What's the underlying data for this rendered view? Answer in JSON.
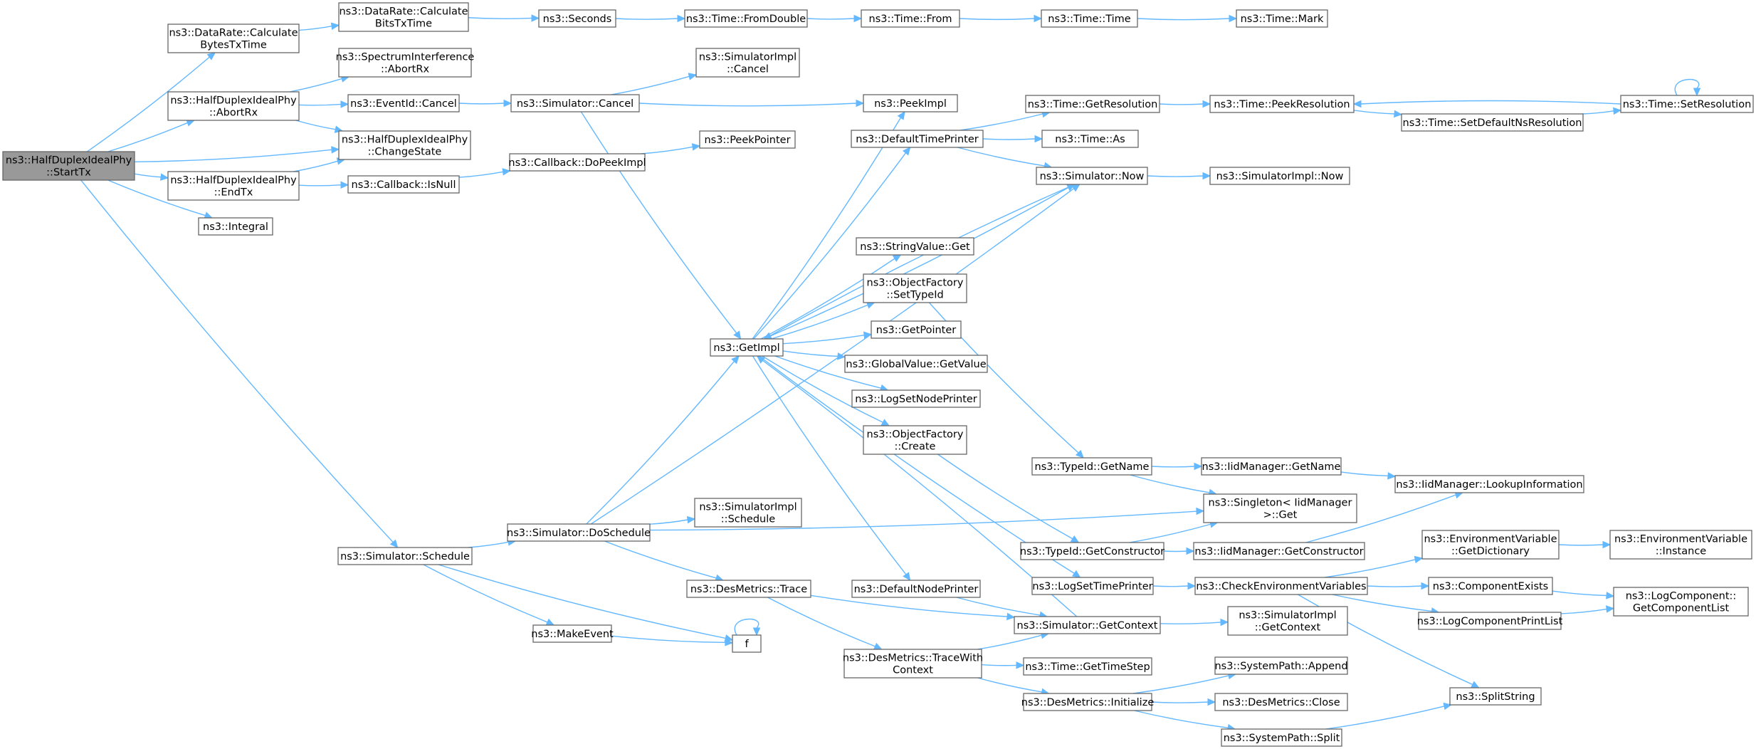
{
  "nodes": [
    {
      "id": "n_root",
      "lines": [
        "ns3::HalfDuplexIdealPhy",
        "::StartTx"
      ],
      "root": true
    },
    {
      "id": "n_dr_calcbytes",
      "lines": [
        "ns3::DataRate::Calculate",
        "BytesTxTime"
      ]
    },
    {
      "id": "n_hd_abortrx",
      "lines": [
        "ns3::HalfDuplexIdealPhy",
        "::AbortRx"
      ]
    },
    {
      "id": "n_hd_changestate",
      "lines": [
        "ns3::HalfDuplexIdealPhy",
        "::ChangeState"
      ]
    },
    {
      "id": "n_hd_endtx",
      "lines": [
        "ns3::HalfDuplexIdealPhy",
        "::EndTx"
      ]
    },
    {
      "id": "n_integral",
      "lines": [
        "ns3::Integral"
      ]
    },
    {
      "id": "n_sim_schedule",
      "lines": [
        "ns3::Simulator::Schedule"
      ]
    },
    {
      "id": "n_dr_calcbits",
      "lines": [
        "ns3::DataRate::Calculate",
        "BitsTxTime"
      ]
    },
    {
      "id": "n_seconds",
      "lines": [
        "ns3::Seconds"
      ]
    },
    {
      "id": "n_time_fromdouble",
      "lines": [
        "ns3::Time::FromDouble"
      ]
    },
    {
      "id": "n_time_from",
      "lines": [
        "ns3::Time::From"
      ]
    },
    {
      "id": "n_time_time",
      "lines": [
        "ns3::Time::Time"
      ]
    },
    {
      "id": "n_time_mark",
      "lines": [
        "ns3::Time::Mark"
      ]
    },
    {
      "id": "n_spectrum_abortrx",
      "lines": [
        "ns3::SpectrumInterference",
        "::AbortRx"
      ]
    },
    {
      "id": "n_eventid_cancel",
      "lines": [
        "ns3::EventId::Cancel"
      ]
    },
    {
      "id": "n_callback_isnull",
      "lines": [
        "ns3::Callback::IsNull"
      ]
    },
    {
      "id": "n_sim_cancel",
      "lines": [
        "ns3::Simulator::Cancel"
      ]
    },
    {
      "id": "n_simimpl_cancel",
      "lines": [
        "ns3::SimulatorImpl",
        "::Cancel"
      ]
    },
    {
      "id": "n_peekimpl",
      "lines": [
        "ns3::PeekImpl"
      ]
    },
    {
      "id": "n_callback_dopeekimpl",
      "lines": [
        "ns3::Callback::DoPeekImpl"
      ]
    },
    {
      "id": "n_peekpointer",
      "lines": [
        "ns3::PeekPointer"
      ]
    },
    {
      "id": "n_getimpl",
      "lines": [
        "ns3::GetImpl"
      ]
    },
    {
      "id": "n_sim_doschedule",
      "lines": [
        "ns3::Simulator::DoSchedule"
      ]
    },
    {
      "id": "n_makeevent",
      "lines": [
        "ns3::MakeEvent"
      ]
    },
    {
      "id": "n_f",
      "lines": [
        "f"
      ]
    },
    {
      "id": "n_simimpl_schedule",
      "lines": [
        "ns3::SimulatorImpl",
        "::Schedule"
      ]
    },
    {
      "id": "n_desmetrics_trace",
      "lines": [
        "ns3::DesMetrics::Trace"
      ]
    },
    {
      "id": "n_desmetrics_tracewith",
      "lines": [
        "ns3::DesMetrics::TraceWith",
        "Context"
      ]
    },
    {
      "id": "n_defaulttimeprinter",
      "lines": [
        "ns3::DefaultTimePrinter"
      ]
    },
    {
      "id": "n_stringvalue_get",
      "lines": [
        "ns3::StringValue::Get"
      ]
    },
    {
      "id": "n_objfactory_settypeid",
      "lines": [
        "ns3::ObjectFactory",
        "::SetTypeId"
      ]
    },
    {
      "id": "n_getpointer",
      "lines": [
        "ns3::GetPointer"
      ]
    },
    {
      "id": "n_globalvalue_getvalue",
      "lines": [
        "ns3::GlobalValue::GetValue"
      ]
    },
    {
      "id": "n_logsetnodeprinter",
      "lines": [
        "ns3::LogSetNodePrinter"
      ]
    },
    {
      "id": "n_objfactory_create",
      "lines": [
        "ns3::ObjectFactory",
        "::Create"
      ]
    },
    {
      "id": "n_defaultnodeprinter",
      "lines": [
        "ns3::DefaultNodePrinter"
      ]
    },
    {
      "id": "n_time_getresolution",
      "lines": [
        "ns3::Time::GetResolution"
      ]
    },
    {
      "id": "n_time_as",
      "lines": [
        "ns3::Time::As"
      ]
    },
    {
      "id": "n_sim_now",
      "lines": [
        "ns3::Simulator::Now"
      ]
    },
    {
      "id": "n_simimpl_now",
      "lines": [
        "ns3::SimulatorImpl::Now"
      ]
    },
    {
      "id": "n_time_peekresolution",
      "lines": [
        "ns3::Time::PeekResolution"
      ]
    },
    {
      "id": "n_time_setdefaultns",
      "lines": [
        "ns3::Time::SetDefaultNsResolution"
      ]
    },
    {
      "id": "n_time_setresolution",
      "lines": [
        "ns3::Time::SetResolution"
      ]
    },
    {
      "id": "n_typeid_getname",
      "lines": [
        "ns3::TypeId::GetName"
      ]
    },
    {
      "id": "n_iid_getname",
      "lines": [
        "ns3::IidManager::GetName"
      ]
    },
    {
      "id": "n_iid_lookupinfo",
      "lines": [
        "ns3::IidManager::LookupInformation"
      ]
    },
    {
      "id": "n_singleton_get",
      "lines": [
        "ns3::Singleton< IidManager",
        ">::Get"
      ]
    },
    {
      "id": "n_typeid_getconstructor",
      "lines": [
        "ns3::TypeId::GetConstructor"
      ]
    },
    {
      "id": "n_iid_getconstructor",
      "lines": [
        "ns3::IidManager::GetConstructor"
      ]
    },
    {
      "id": "n_logsettimeprinter",
      "lines": [
        "ns3::LogSetTimePrinter"
      ]
    },
    {
      "id": "n_checkenvvars",
      "lines": [
        "ns3::CheckEnvironmentVariables"
      ]
    },
    {
      "id": "n_envvar_getdict",
      "lines": [
        "ns3::EnvironmentVariable",
        "::GetDictionary"
      ]
    },
    {
      "id": "n_envvar_instance",
      "lines": [
        "ns3::EnvironmentVariable",
        "::Instance"
      ]
    },
    {
      "id": "n_componentexists",
      "lines": [
        "ns3::ComponentExists"
      ]
    },
    {
      "id": "n_logcomponent_getlist",
      "lines": [
        "ns3::LogComponent::",
        "GetComponentList"
      ]
    },
    {
      "id": "n_logcomponentprintlist",
      "lines": [
        "ns3::LogComponentPrintList"
      ]
    },
    {
      "id": "n_sim_getcontext",
      "lines": [
        "ns3::Simulator::GetContext"
      ]
    },
    {
      "id": "n_simimpl_getcontext",
      "lines": [
        "ns3::SimulatorImpl",
        "::GetContext"
      ]
    },
    {
      "id": "n_time_gettimestep",
      "lines": [
        "ns3::Time::GetTimeStep"
      ]
    },
    {
      "id": "n_desmetrics_initialize",
      "lines": [
        "ns3::DesMetrics::Initialize"
      ]
    },
    {
      "id": "n_systempath_append",
      "lines": [
        "ns3::SystemPath::Append"
      ]
    },
    {
      "id": "n_desmetrics_close",
      "lines": [
        "ns3::DesMetrics::Close"
      ]
    },
    {
      "id": "n_systempath_split",
      "lines": [
        "ns3::SystemPath::Split"
      ]
    },
    {
      "id": "n_splitstring",
      "lines": [
        "ns3::SplitString"
      ]
    }
  ],
  "edges": [
    [
      "n_root",
      "n_dr_calcbytes"
    ],
    [
      "n_root",
      "n_hd_abortrx"
    ],
    [
      "n_root",
      "n_hd_changestate"
    ],
    [
      "n_root",
      "n_hd_endtx"
    ],
    [
      "n_root",
      "n_integral"
    ],
    [
      "n_root",
      "n_sim_schedule"
    ],
    [
      "n_dr_calcbytes",
      "n_dr_calcbits"
    ],
    [
      "n_dr_calcbits",
      "n_seconds"
    ],
    [
      "n_seconds",
      "n_time_fromdouble"
    ],
    [
      "n_time_fromdouble",
      "n_time_from"
    ],
    [
      "n_time_from",
      "n_time_time"
    ],
    [
      "n_time_time",
      "n_time_mark"
    ],
    [
      "n_hd_abortrx",
      "n_spectrum_abortrx"
    ],
    [
      "n_hd_abortrx",
      "n_eventid_cancel"
    ],
    [
      "n_hd_abortrx",
      "n_hd_changestate"
    ],
    [
      "n_hd_endtx",
      "n_hd_changestate"
    ],
    [
      "n_hd_endtx",
      "n_callback_isnull"
    ],
    [
      "n_eventid_cancel",
      "n_sim_cancel"
    ],
    [
      "n_sim_cancel",
      "n_simimpl_cancel"
    ],
    [
      "n_sim_cancel",
      "n_peekimpl"
    ],
    [
      "n_sim_cancel",
      "n_getimpl"
    ],
    [
      "n_callback_isnull",
      "n_callback_dopeekimpl"
    ],
    [
      "n_callback_dopeekimpl",
      "n_peekpointer"
    ],
    [
      "n_getimpl",
      "n_peekimpl"
    ],
    [
      "n_getimpl",
      "n_defaulttimeprinter"
    ],
    [
      "n_getimpl",
      "n_sim_now"
    ],
    [
      "n_getimpl",
      "n_stringvalue_get"
    ],
    [
      "n_getimpl",
      "n_objfactory_settypeid"
    ],
    [
      "n_getimpl",
      "n_getpointer"
    ],
    [
      "n_getimpl",
      "n_globalvalue_getvalue"
    ],
    [
      "n_getimpl",
      "n_logsetnodeprinter"
    ],
    [
      "n_getimpl",
      "n_objfactory_create"
    ],
    [
      "n_getimpl",
      "n_defaultnodeprinter"
    ],
    [
      "n_getimpl",
      "n_logsettimeprinter"
    ],
    [
      "n_sim_getcontext",
      "n_getimpl"
    ],
    [
      "n_sim_now",
      "n_getimpl"
    ],
    [
      "n_defaulttimeprinter",
      "n_time_getresolution"
    ],
    [
      "n_defaulttimeprinter",
      "n_time_as"
    ],
    [
      "n_defaulttimeprinter",
      "n_sim_now"
    ],
    [
      "n_time_getresolution",
      "n_time_peekresolution"
    ],
    [
      "n_time_peekresolution",
      "n_time_setdefaultns"
    ],
    [
      "n_time_setdefaultns",
      "n_time_setresolution"
    ],
    [
      "n_time_setresolution",
      "n_time_peekresolution"
    ],
    [
      "n_time_setresolution",
      "n_time_setresolution"
    ],
    [
      "n_sim_now",
      "n_simimpl_now"
    ],
    [
      "n_objfactory_settypeid",
      "n_typeid_getname"
    ],
    [
      "n_typeid_getname",
      "n_iid_getname"
    ],
    [
      "n_typeid_getname",
      "n_singleton_get"
    ],
    [
      "n_iid_getname",
      "n_iid_lookupinfo"
    ],
    [
      "n_objfactory_create",
      "n_typeid_getconstructor"
    ],
    [
      "n_typeid_getconstructor",
      "n_singleton_get"
    ],
    [
      "n_typeid_getconstructor",
      "n_iid_getconstructor"
    ],
    [
      "n_iid_getconstructor",
      "n_iid_lookupinfo"
    ],
    [
      "n_logsettimeprinter",
      "n_checkenvvars"
    ],
    [
      "n_checkenvvars",
      "n_envvar_getdict"
    ],
    [
      "n_checkenvvars",
      "n_componentexists"
    ],
    [
      "n_checkenvvars",
      "n_logcomponentprintlist"
    ],
    [
      "n_checkenvvars",
      "n_splitstring"
    ],
    [
      "n_envvar_getdict",
      "n_envvar_instance"
    ],
    [
      "n_componentexists",
      "n_logcomponent_getlist"
    ],
    [
      "n_logcomponentprintlist",
      "n_logcomponent_getlist"
    ],
    [
      "n_sim_schedule",
      "n_sim_doschedule"
    ],
    [
      "n_sim_schedule",
      "n_makeevent"
    ],
    [
      "n_sim_schedule",
      "n_f"
    ],
    [
      "n_makeevent",
      "n_f"
    ],
    [
      "n_f",
      "n_f"
    ],
    [
      "n_sim_doschedule",
      "n_getimpl"
    ],
    [
      "n_sim_doschedule",
      "n_simimpl_schedule"
    ],
    [
      "n_sim_doschedule",
      "n_singleton_get"
    ],
    [
      "n_sim_doschedule",
      "n_desmetrics_trace"
    ],
    [
      "n_sim_doschedule",
      "n_sim_now"
    ],
    [
      "n_desmetrics_trace",
      "n_sim_getcontext"
    ],
    [
      "n_desmetrics_trace",
      "n_desmetrics_tracewith"
    ],
    [
      "n_defaultnodeprinter",
      "n_sim_getcontext"
    ],
    [
      "n_sim_getcontext",
      "n_simimpl_getcontext"
    ],
    [
      "n_desmetrics_tracewith",
      "n_sim_getcontext"
    ],
    [
      "n_desmetrics_tracewith",
      "n_time_gettimestep"
    ],
    [
      "n_desmetrics_tracewith",
      "n_desmetrics_initialize"
    ],
    [
      "n_desmetrics_initialize",
      "n_systempath_append"
    ],
    [
      "n_desmetrics_initialize",
      "n_desmetrics_close"
    ],
    [
      "n_desmetrics_initialize",
      "n_systempath_split"
    ],
    [
      "n_systempath_split",
      "n_splitstring"
    ]
  ]
}
